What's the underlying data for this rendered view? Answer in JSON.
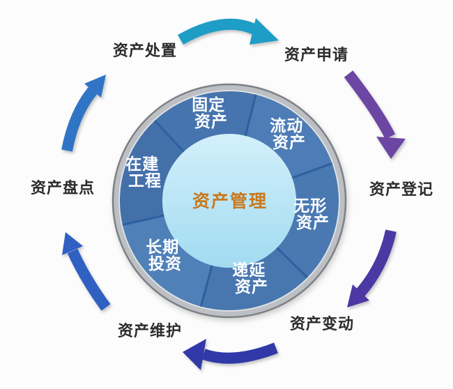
{
  "center": {
    "label": "资产管理",
    "text_color": "#c9781c",
    "bg_top": "#d2f0fa",
    "bg_bottom": "#a2dbf1"
  },
  "wheel": {
    "ring_band_color": "#bcbfc3",
    "ring_edge_color": "#7d8084",
    "ring_inner_edge_color": "#e0e3e5",
    "divider_color": "#2e5f9e",
    "segments": [
      {
        "name": "fixed-assets",
        "lines": [
          "固定",
          "资产"
        ],
        "color": "#4674ae"
      },
      {
        "name": "current-assets",
        "lines": [
          "流动",
          "资产"
        ],
        "color": "#4d7cb6"
      },
      {
        "name": "intangible-assets",
        "lines": [
          "无形",
          "资产"
        ],
        "color": "#4a79b2"
      },
      {
        "name": "deferred-assets",
        "lines": [
          "递延",
          "资产"
        ],
        "color": "#4877b0"
      },
      {
        "name": "long-term-investment",
        "lines": [
          "长期",
          "投资"
        ],
        "color": "#5080b8"
      },
      {
        "name": "construction-in-progress",
        "lines": [
          "在建",
          "工程"
        ],
        "color": "#4470aa"
      }
    ]
  },
  "cycle": {
    "label_color": "#2b2b2b",
    "steps": [
      {
        "name": "asset-disposal",
        "label": "资产处置"
      },
      {
        "name": "asset-application",
        "label": "资产申请"
      },
      {
        "name": "asset-registration",
        "label": "资产登记"
      },
      {
        "name": "asset-change",
        "label": "资产变动"
      },
      {
        "name": "asset-maintenance",
        "label": "资产维护"
      },
      {
        "name": "asset-inventory",
        "label": "资产盘点"
      }
    ],
    "arrows": [
      {
        "name": "arrow-disposal-to-application",
        "color": "#1e9dc6"
      },
      {
        "name": "arrow-application-to-registration",
        "color": "#6b46a2"
      },
      {
        "name": "arrow-registration-to-change",
        "color": "#4b38a3"
      },
      {
        "name": "arrow-change-to-maintenance",
        "color": "#3138a8"
      },
      {
        "name": "arrow-maintenance-to-inventory",
        "color": "#3060c2"
      },
      {
        "name": "arrow-inventory-to-disposal",
        "color": "#3074c6"
      }
    ]
  }
}
